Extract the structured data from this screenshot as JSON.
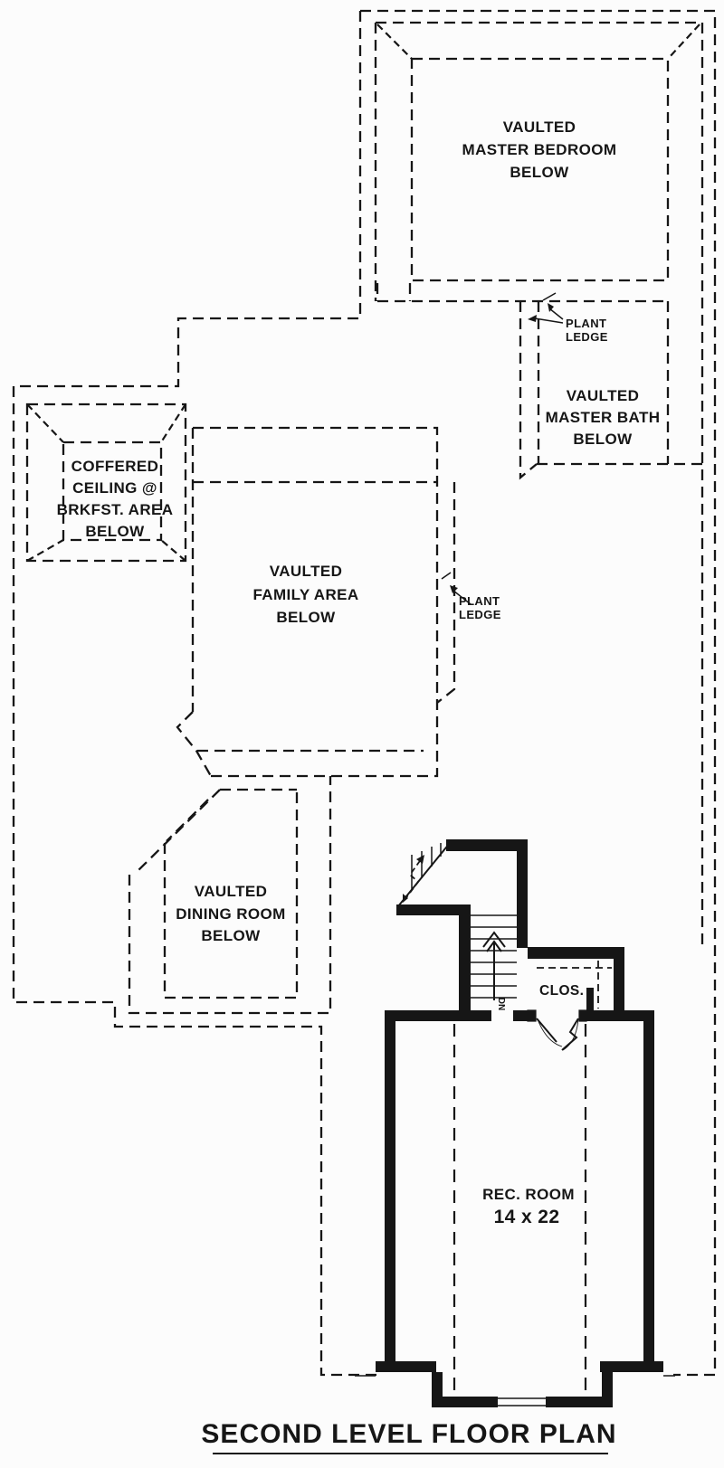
{
  "colors": {
    "ink": "#161616",
    "paper": "#fcfcfc"
  },
  "title": {
    "text": "SECOND LEVEL FLOOR PLAN"
  },
  "rooms": {
    "master_bedroom": {
      "lines": [
        "VAULTED",
        "MASTER BEDROOM",
        "BELOW"
      ]
    },
    "master_bath": {
      "lines": [
        "VAULTED",
        "MASTER BATH",
        "BELOW"
      ]
    },
    "coffered_ceiling": {
      "lines": [
        "COFFERED",
        "CEILING @",
        "BRKFST. AREA",
        "BELOW"
      ]
    },
    "family_area": {
      "lines": [
        "VAULTED",
        "FAMILY AREA",
        "BELOW"
      ]
    },
    "dining_room": {
      "lines": [
        "VAULTED",
        "DINING ROOM",
        "BELOW"
      ]
    },
    "rec_room": {
      "name": "REC. ROOM",
      "dimensions": "14 x 22"
    },
    "closet": {
      "abbr": "CLOS."
    }
  },
  "annotations": {
    "plant_ledge_upper": {
      "lines": [
        "PLANT",
        "LEDGE"
      ]
    },
    "plant_ledge_family": {
      "lines": [
        "PLANT",
        "LEDGE"
      ]
    },
    "stair_direction": "DN"
  }
}
